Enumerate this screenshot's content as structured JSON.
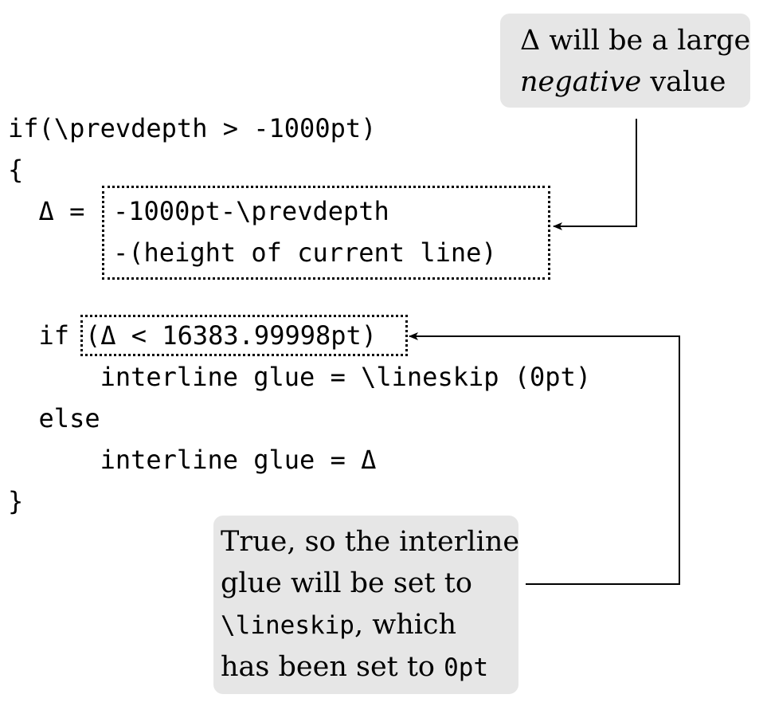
{
  "code": {
    "line1": "if(\\prevdepth > -1000pt)",
    "line2": "{",
    "line3_prefix": "  Δ = ",
    "line3_body": "-1000pt-\\prevdepth",
    "line4_body": "-(height of current line)",
    "line6_prefix": "  if",
    "line6_cond": "(Δ < 16383.99998pt)",
    "line7": "      interline glue = \\lineskip (0pt)",
    "line8": "  else",
    "line9": "      interline glue = Δ",
    "line10": "}"
  },
  "note_top": {
    "line1": "Δ will be a large",
    "line2_italic": "negative",
    "line2_rest": " value"
  },
  "note_bottom": {
    "line1": "True, so the interline",
    "line2": "glue will be set to",
    "line3_mono": "\\lineskip",
    "line3_rest": ", which",
    "line4": "has been set to ",
    "line4_mono": "0pt"
  }
}
